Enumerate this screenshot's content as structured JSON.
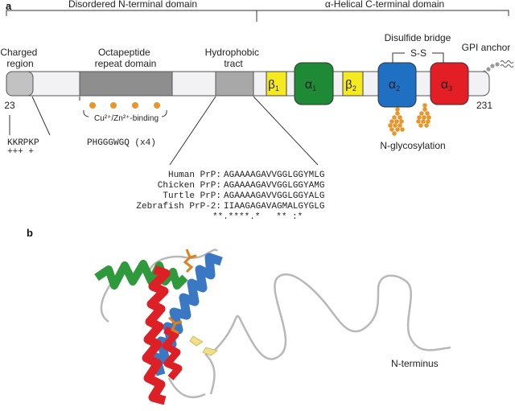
{
  "panel_a": {
    "letter": "a",
    "domains": {
      "n_terminal": "Disordered N-terminal domain",
      "c_terminal": "α-Helical C-terminal domain"
    },
    "labels": {
      "charged": [
        "Charged",
        "region"
      ],
      "octapeptide": [
        "Octapeptide",
        "repeat domain"
      ],
      "hydrophobic": [
        "Hydrophobic",
        "tract"
      ],
      "disulfide": "Disulfide bridge",
      "ss": "S-S",
      "gpi": "GPI anchor",
      "cu_binding": "Cu²⁺/Zn²⁺-binding",
      "glyco": "N-glycosylation"
    },
    "elements": {
      "beta1": {
        "base": "β",
        "sub": "1"
      },
      "alpha1": {
        "base": "α",
        "sub": "1"
      },
      "beta2": {
        "base": "β",
        "sub": "2"
      },
      "alpha2": {
        "base": "α",
        "sub": "2"
      },
      "alpha3": {
        "base": "α",
        "sub": "3"
      }
    },
    "residues": {
      "start": "23",
      "end": "231"
    },
    "charged_seq": [
      "KKRPKP",
      "+++ +"
    ],
    "octa_seq": "PHGGGWGQ (x4)",
    "alignment": [
      {
        "species": "Human PrP:",
        "seq": "AGAAAAGAVVGGLGGYMLG"
      },
      {
        "species": "Chicken PrP:",
        "seq": "AGAAAAGAVVGGLGGYAMG"
      },
      {
        "species": "Turtle PrP:",
        "seq": "AGAAAAGAVVGGLGGYALG"
      },
      {
        "species": "Zebrafish PrP-2:",
        "seq": "IIAAGAGAVAGMALGYGLG"
      }
    ],
    "consensus": "**.****.*   ** :*",
    "colors": {
      "beta": "#f5ea20",
      "alpha1": "#1e8a36",
      "alpha2": "#1f6fc2",
      "alpha3": "#e31e25",
      "gray_light": "#c2c2c2",
      "gray_dark": "#8e8e8e",
      "bar": "#f2f2f4",
      "orange": "#e8952a"
    }
  },
  "panel_b": {
    "letter": "b",
    "n_terminus": "N-terminus",
    "colors": {
      "helix_blue": "#3b78c4",
      "helix_red": "#dd2026",
      "helix_green": "#2f9a3b",
      "strand_yellow": "#f0df8a",
      "coil": "#b8b8b8",
      "glycan": "#e0801c"
    }
  }
}
